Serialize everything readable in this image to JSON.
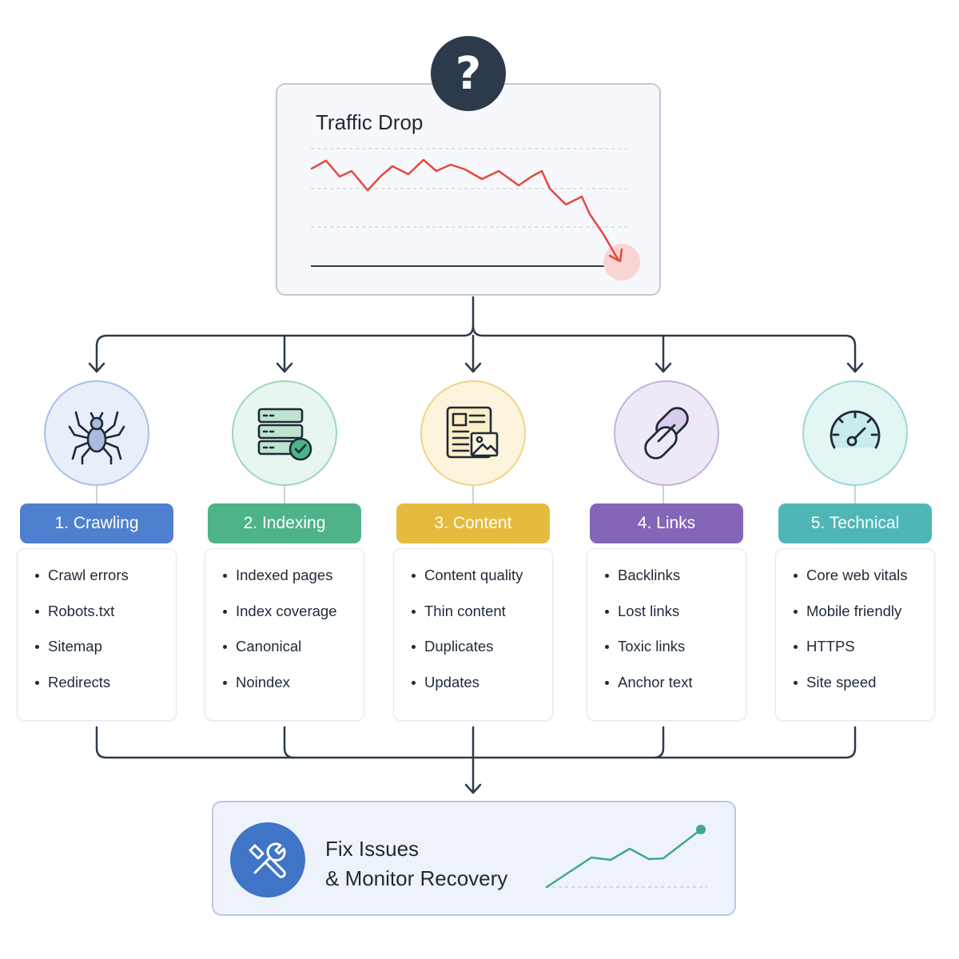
{
  "top_card": {
    "badge_glyph": "?",
    "title": "Traffic Drop",
    "icon": "question-mark-icon",
    "line_color": "#e8473c"
  },
  "categories": [
    {
      "label": "1. Crawling",
      "icon": "spider-icon",
      "color": "#4f7fcf",
      "tint": "#e8effb",
      "items": [
        "Crawl errors",
        "Robots.txt",
        "Sitemap",
        "Redirects"
      ]
    },
    {
      "label": "2. Indexing",
      "icon": "server-check-icon",
      "color": "#4fb389",
      "tint": "#e7f6ef",
      "items": [
        "Indexed pages",
        "Index coverage",
        "Canonical",
        "Noindex"
      ]
    },
    {
      "label": "3. Content",
      "icon": "document-image-icon",
      "color": "#e4bb3f",
      "tint": "#fcf4dc",
      "items": [
        "Content quality",
        "Thin content",
        "Duplicates",
        "Updates"
      ]
    },
    {
      "label": "4. Links",
      "icon": "link-chain-icon",
      "color": "#8466b8",
      "tint": "#efe9f7",
      "items": [
        "Backlinks",
        "Lost links",
        "Toxic links",
        "Anchor text"
      ]
    },
    {
      "label": "5. Technical",
      "icon": "speedometer-icon",
      "color": "#4fb6b8",
      "tint": "#e3f5f5",
      "items": [
        "Core web vitals",
        "Mobile friendly",
        "HTTPS",
        "Site speed"
      ]
    }
  ],
  "result": {
    "line1": "Fix Issues",
    "line2": "& Monitor Recovery",
    "icon": "wrench-screwdriver-icon",
    "line_color": "#3fa987"
  }
}
